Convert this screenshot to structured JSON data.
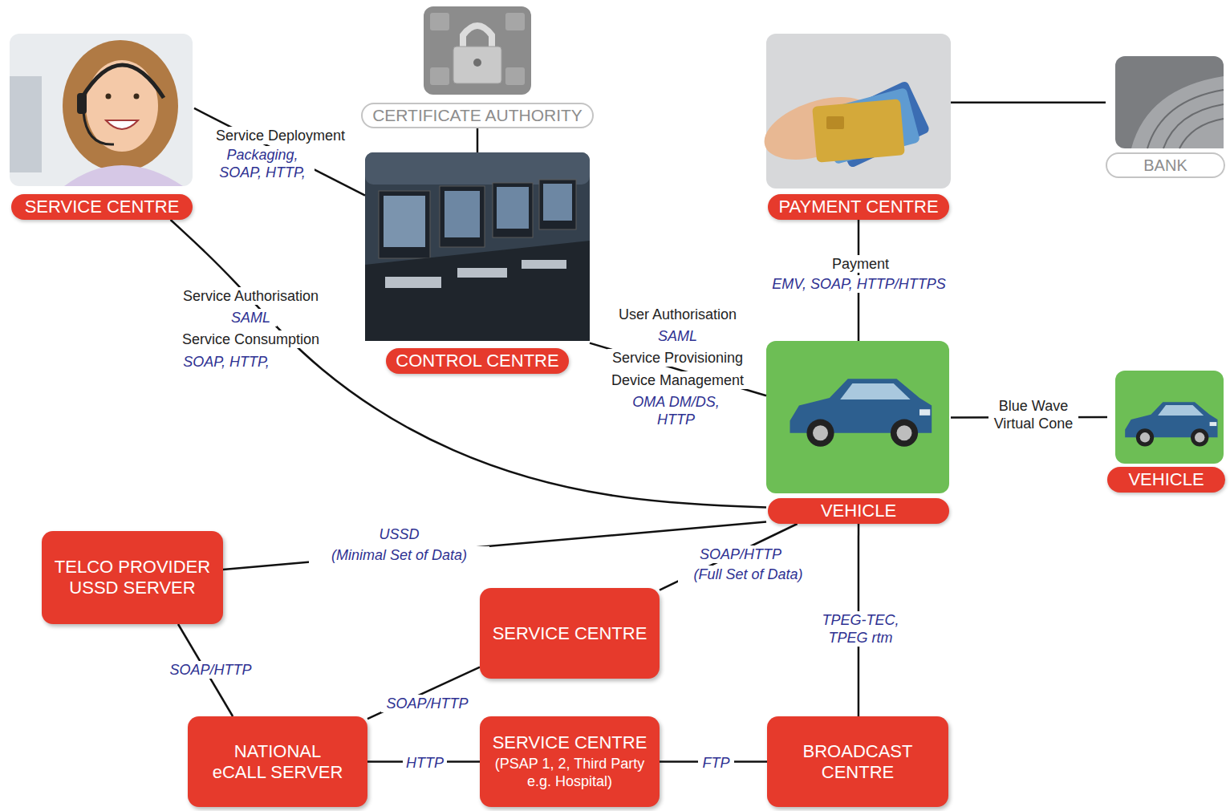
{
  "diagram": {
    "nodes": [
      {
        "text": [
          "SERVICE CENTRE"
        ]
      },
      {
        "text": [
          "CERTIFICATE AUTHORITY"
        ]
      },
      {
        "text": [
          "PAYMENT CENTRE"
        ]
      },
      {
        "text": [
          "BANK"
        ]
      },
      {
        "text": [
          "CONTROL CENTRE"
        ]
      },
      {
        "text": [
          "VEHICLE"
        ]
      },
      {
        "text": [
          "VEHICLE"
        ]
      },
      {
        "text": [
          "TELCO PROVIDER USSD SERVER"
        ]
      },
      {
        "text": [
          "SERVICE CENTRE"
        ]
      },
      {
        "text": [
          "NATIONAL eCALL SERVER"
        ]
      },
      {
        "text": [
          "SERVICE CENTRE",
          "(PSAP 1, 2, Third Party e.g. Hospital)"
        ]
      },
      {
        "text": [
          "BROADCAST CENTRE"
        ]
      }
    ],
    "edges": [
      {
        "from": 0,
        "to": 4,
        "label": "Service Deployment",
        "arrow": "none"
      },
      {
        "from": 0,
        "to": 5,
        "label": "Service Authorisation",
        "arrow": "none"
      },
      {
        "from": 1,
        "to": 4,
        "arrow": "none"
      },
      {
        "from": 2,
        "to": 3,
        "arrow": "none"
      },
      {
        "from": 4,
        "to": 5,
        "label": "User Authorisation",
        "arrow": "none"
      },
      {
        "from": 2,
        "to": 5,
        "label": "Payment",
        "arrow": "none"
      },
      {
        "from": 5,
        "to": 6,
        "label": "Blue Wave Virtual Cone",
        "arrow": "none"
      },
      {
        "from": 5,
        "to": 7,
        "label": "USSD",
        "arrow": "none"
      },
      {
        "from": 5,
        "to": 8,
        "label": "SOAP/HTTP",
        "arrow": "none"
      },
      {
        "from": 5,
        "to": 11,
        "label": "TPEG-TEC, TPEG rtm",
        "arrow": "none"
      },
      {
        "from": 7,
        "to": 9,
        "label": "SOAP/HTTP",
        "arrow": "none"
      },
      {
        "from": 8,
        "to": 9,
        "label": "SOAP/HTTP",
        "arrow": "none"
      },
      {
        "from": 9,
        "to": 10,
        "label": "HTTP",
        "arrow": "none"
      },
      {
        "from": 10,
        "to": 11,
        "label": "FTP",
        "arrow": "none"
      }
    ],
    "labels": [
      "Packaging, SOAP, HTTP,",
      "SAML",
      "Service Consumption",
      "SOAP, HTTP,",
      "SAML",
      "Service Provisioning",
      "Device Management",
      "OMA DM/DS, HTTP",
      "EMV, SOAP, HTTP/HTTPS",
      "(Minimal Set of Data)",
      "(Full Set of Data)"
    ]
  }
}
